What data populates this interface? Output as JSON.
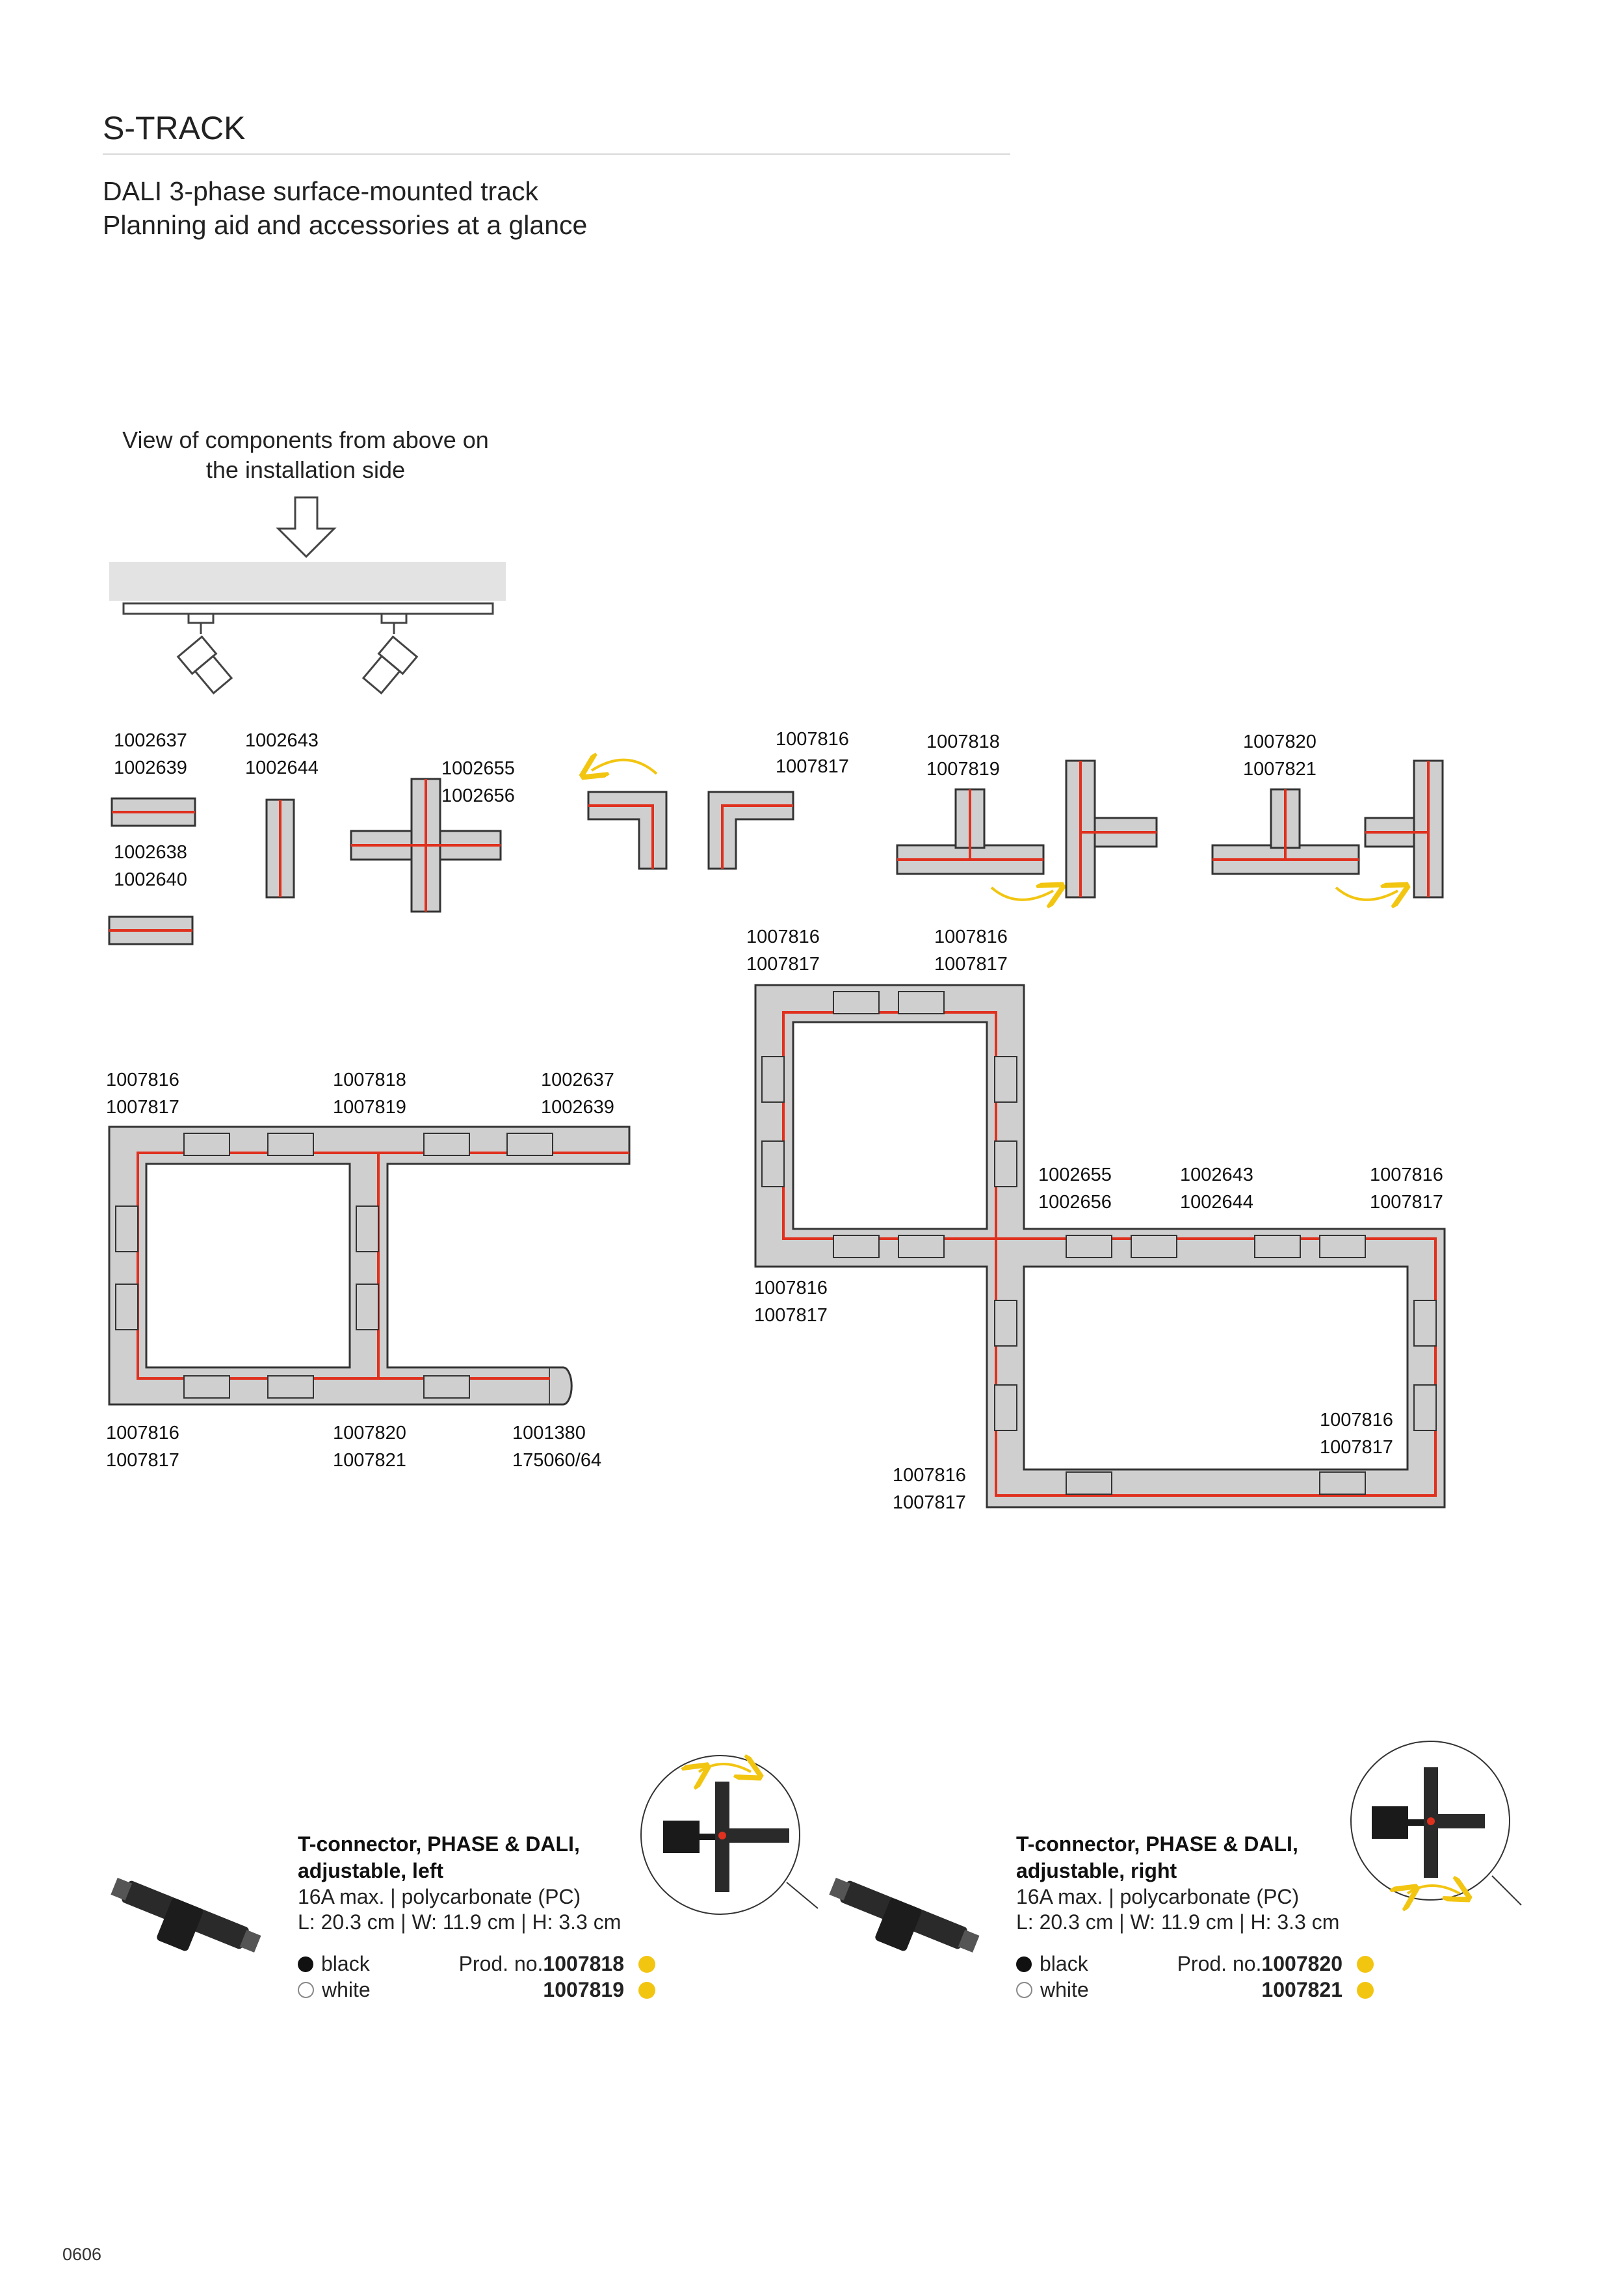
{
  "header": {
    "title": "S-TRACK",
    "subtitle_line1": "DALI 3-phase surface-mounted track",
    "subtitle_line2": "Planning aid and accessories at a glance"
  },
  "view_note": "View of components from above on\nthe installation side",
  "labels": {
    "top_row": [
      {
        "text": "1002637\n1002639"
      },
      {
        "text": "1002643\n1002644"
      },
      {
        "text": "1002655\n1002656"
      },
      {
        "text": "1007816\n1007817"
      },
      {
        "text": "1007818\n1007819"
      },
      {
        "text": "1007820\n1007821"
      },
      {
        "text": "1002638\n1002640"
      }
    ],
    "left_layout": [
      {
        "text": "1007816\n1007817"
      },
      {
        "text": "1007818\n1007819"
      },
      {
        "text": "1002637\n1002639"
      },
      {
        "text": "1007816\n1007817"
      },
      {
        "text": "1007820\n1007821"
      },
      {
        "text": "1001380\n175060/64"
      }
    ],
    "right_layout": [
      {
        "text": "1007816\n1007817"
      },
      {
        "text": "1007816\n1007817"
      },
      {
        "text": "1002655\n1002656"
      },
      {
        "text": "1002643\n1002644"
      },
      {
        "text": "1007816\n1007817"
      },
      {
        "text": "1007816\n1007817"
      },
      {
        "text": "1007816\n1007817"
      },
      {
        "text": "1007816\n1007817"
      }
    ]
  },
  "products": [
    {
      "title_line1": "T-connector, PHASE & DALI,",
      "title_line2": "adjustable, left",
      "spec1": "16A max. | polycarbonate (PC)",
      "spec2": "L: 20.3 cm | W: 11.9 cm | H: 3.3 cm",
      "colors": [
        {
          "name": "black",
          "prefix": "Prod. no.",
          "number": "1007818"
        },
        {
          "name": "white",
          "prefix": "",
          "number": "1007819"
        }
      ]
    },
    {
      "title_line1": "T-connector, PHASE & DALI,",
      "title_line2": "adjustable, right",
      "spec1": "16A max. | polycarbonate (PC)",
      "spec2": "L: 20.3 cm | W: 11.9 cm | H: 3.3 cm",
      "colors": [
        {
          "name": "black",
          "prefix": "Prod. no.",
          "number": "1007820"
        },
        {
          "name": "white",
          "prefix": "",
          "number": "1007821"
        }
      ]
    }
  ],
  "page_number": "0606",
  "colors": {
    "track": "#cfcfcf",
    "conductor": "#e0301e",
    "arrow": "#f2c511",
    "indicator": "#f2c511"
  }
}
